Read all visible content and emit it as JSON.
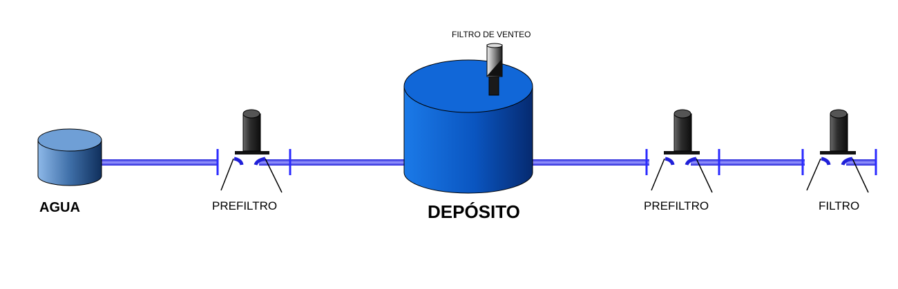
{
  "labels": {
    "agua": "AGUA",
    "prefiltro_1": "PREFILTRO",
    "deposito": "DEPÓSITO",
    "filtro_venteo": "FILTRO DE VENTEO",
    "prefiltro_2": "PREFILTRO",
    "filtro": "FILTRO"
  },
  "colors": {
    "pipe": "#3d3df5",
    "flange": "#2a2aff",
    "water_tank": "#4f86c6",
    "deposit_tank": "#0a5fd0",
    "filter_body": "#2b2b2b"
  }
}
